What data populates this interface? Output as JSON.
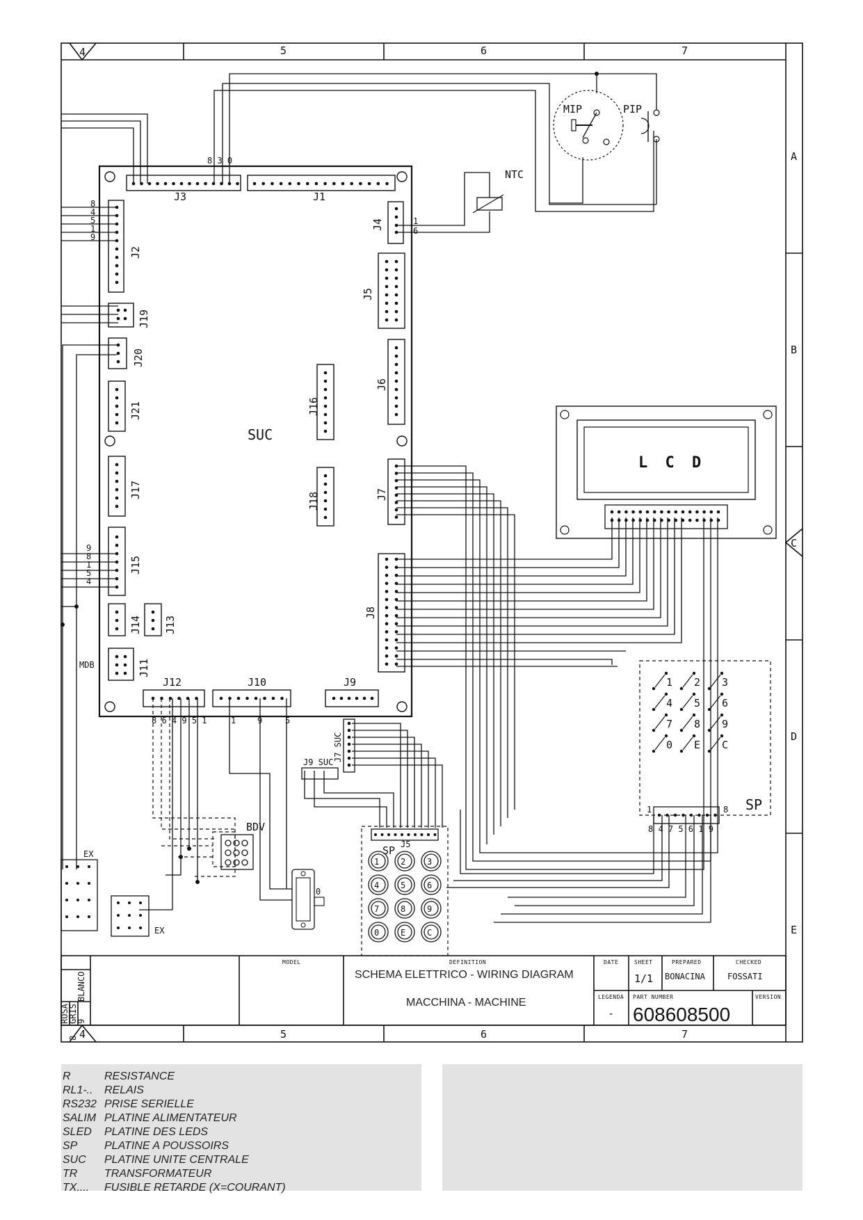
{
  "border": {
    "columns_top": [
      "4",
      "5",
      "6",
      "7"
    ],
    "columns_bottom": [
      "4",
      "5",
      "6",
      "7"
    ],
    "rows": [
      "A",
      "B",
      "C",
      "D",
      "E"
    ]
  },
  "board": {
    "name": "SUC",
    "connectors": {
      "j3": "J3",
      "j1": "J1",
      "j4": "J4",
      "j2": "J2",
      "j19": "J19",
      "j20": "J20",
      "j21": "J21",
      "j17": "J17",
      "j15": "J15",
      "j14": "J14",
      "j13": "J13",
      "j11": "J11",
      "j16": "J16",
      "j18": "J18",
      "j5": "J5",
      "j6": "J6",
      "j7": "J7",
      "j8": "J8",
      "j12": "J12",
      "j10": "J10",
      "j9": "J9"
    },
    "pin1": "1",
    "j3_pins": "8 3 0",
    "j4_pins": [
      "1",
      "6"
    ],
    "j2_pins": [
      "8",
      "4",
      "5",
      "1",
      "9"
    ],
    "j15_pins": [
      "9",
      "8",
      "1",
      "5",
      "4"
    ],
    "j12_pins": "8 6 4 9 5 1",
    "j10_pins": [
      "1",
      "9",
      "5"
    ],
    "mdb": "MDB"
  },
  "components": {
    "mip": "MIP",
    "pip": "PIP",
    "ntc": "NTC",
    "lcd": "L C D",
    "keypad_right": {
      "label": "SP",
      "keys": [
        "1",
        "2",
        "3",
        "4",
        "5",
        "6",
        "7",
        "8",
        "9",
        "0",
        "E",
        "C"
      ],
      "pin_left": "1",
      "pin_right": "8",
      "bottom_pins": "8 4 7   5 6 1 9"
    },
    "j7_suc": "J7 SUC",
    "j9_suc": "J9  SUC",
    "sp_lower": "SP",
    "j5_lower": "J5",
    "sp_lower_keys": [
      "1",
      "2",
      "3",
      "4",
      "5",
      "6",
      "7",
      "8",
      "9",
      "0",
      "E",
      "C"
    ],
    "bdv": "BDV",
    "ex_top": "EX",
    "ex_bottom": "EX",
    "serial_pin": "0"
  },
  "title_block": {
    "model_label": "MODEL",
    "definition_label": "DEFINITION",
    "definition_line1": "SCHEMA ELETTRICO - WIRING DIAGRAM",
    "definition_line2": "MACCHINA - MACHINE",
    "date_label": "DATE",
    "sheet_label": "SHEET",
    "sheet_value": "1/1",
    "prepared_label": "PREPARED",
    "prepared_value": "BONACINA",
    "checked_label": "CHECKED",
    "checked_value": "FOSSATI",
    "legenda_label": "LEGENDA",
    "legenda_value": "-",
    "part_number_label": "PART NUMBER",
    "part_number_value": "608608500",
    "version_label": "VERSION",
    "wire_colors": [
      "ROSA",
      "GRIS",
      "BLANCO"
    ],
    "wire_numbers": [
      "8",
      "9"
    ]
  },
  "legend": [
    {
      "code": "R",
      "desc": "RESISTANCE"
    },
    {
      "code": "RL1-..",
      "desc": "RELAIS"
    },
    {
      "code": "RS232",
      "desc": "PRISE SERIELLE"
    },
    {
      "code": "SALIM",
      "desc": "PLATINE ALIMENTATEUR"
    },
    {
      "code": "SLED",
      "desc": "PLATINE DES LEDS"
    },
    {
      "code": "SP",
      "desc": "PLATINE A POUSSOIRS"
    },
    {
      "code": "SUC",
      "desc": "PLATINE UNITE CENTRALE"
    },
    {
      "code": "TR",
      "desc": "TRANSFORMATEUR"
    },
    {
      "code": "TX....",
      "desc": "FUSIBLE RETARDE (X=COURANT)"
    }
  ]
}
